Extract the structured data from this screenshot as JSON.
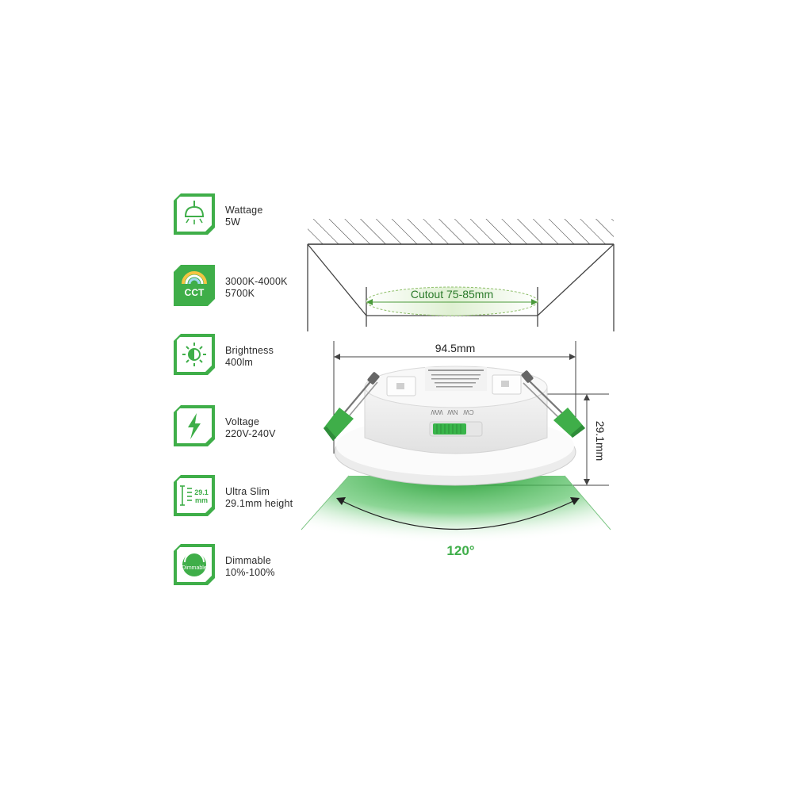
{
  "specs": [
    {
      "icon": "lamp-icon",
      "title": "Wattage",
      "value": "5W"
    },
    {
      "icon": "cct-icon",
      "icon_text": "CCT",
      "title": "3000K-4000K",
      "value": "5700K"
    },
    {
      "icon": "sun-icon",
      "title": "Brightness",
      "value": "400lm"
    },
    {
      "icon": "lightning-icon",
      "title": "Voltage",
      "value": "220V-240V"
    },
    {
      "icon": "height-icon",
      "icon_text": "29.1",
      "icon_unit": "mm",
      "title": "Ultra Slim",
      "value": "29.1mm height"
    },
    {
      "icon": "dimmer-icon",
      "icon_text": "Dimmable",
      "title": "Dimmable",
      "value": "10%-100%"
    }
  ],
  "diagram": {
    "cutout_label": "Cutout 75-85mm",
    "width_label": "94.5mm",
    "height_label": "29.1mm",
    "angle_label": "120°",
    "switch_labels": [
      "WW",
      "NW",
      "CW"
    ]
  },
  "colors": {
    "accent": "#3fae49",
    "accent_light": "#e9f5e3",
    "line": "#444444"
  }
}
